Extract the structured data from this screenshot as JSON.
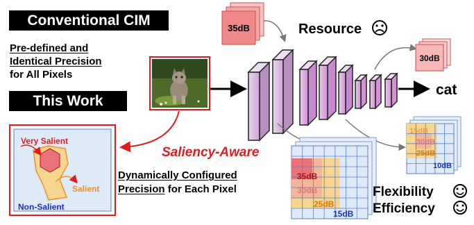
{
  "left_panel": {
    "conventional_banner": "Conventional CIM",
    "conventional_desc": [
      "Pre-defined and",
      "Identical Precision",
      "for All Pixels"
    ],
    "this_work_banner": "This Work"
  },
  "input_image": {
    "icon": "kitten-photo"
  },
  "saliency_map": {
    "very_salient": "Very Salient",
    "salient": "Salient",
    "non_salient": "Non-Salient"
  },
  "saliency_aware_label": "Saliency-Aware",
  "dynamic_desc": {
    "line1_underlined": "Dynamically Configured",
    "line2_underlined": "Precision",
    "line2_rest": " for Each Pixel"
  },
  "resource": {
    "label": "Resource",
    "icon": "frown-face-icon"
  },
  "stacks": {
    "input_stack": "35dB",
    "output_stack": "30dB"
  },
  "output_label": "cat",
  "grid_large": {
    "labels": [
      "35dB",
      "30dB",
      "25dB",
      "15dB"
    ]
  },
  "grid_small": {
    "labels": [
      "15dB",
      "30dB",
      "25dB",
      "10dB"
    ]
  },
  "benefits": [
    {
      "label": "Flexibility",
      "icon": "smile-face-icon"
    },
    {
      "label": "Efficiency",
      "icon": "smile-face-icon"
    }
  ],
  "colors": {
    "banner": "#000000",
    "accent_red": "#e21c1c",
    "stack_fill": "#f08a8a",
    "layer_fill": "#d8a8d8",
    "grid_blue": "#dfeaf8",
    "precision_red": "#e8737a",
    "precision_yellow": "#f7d690",
    "salient_orange": "#f0902a",
    "non_salient_blue": "#1a2fc8"
  }
}
